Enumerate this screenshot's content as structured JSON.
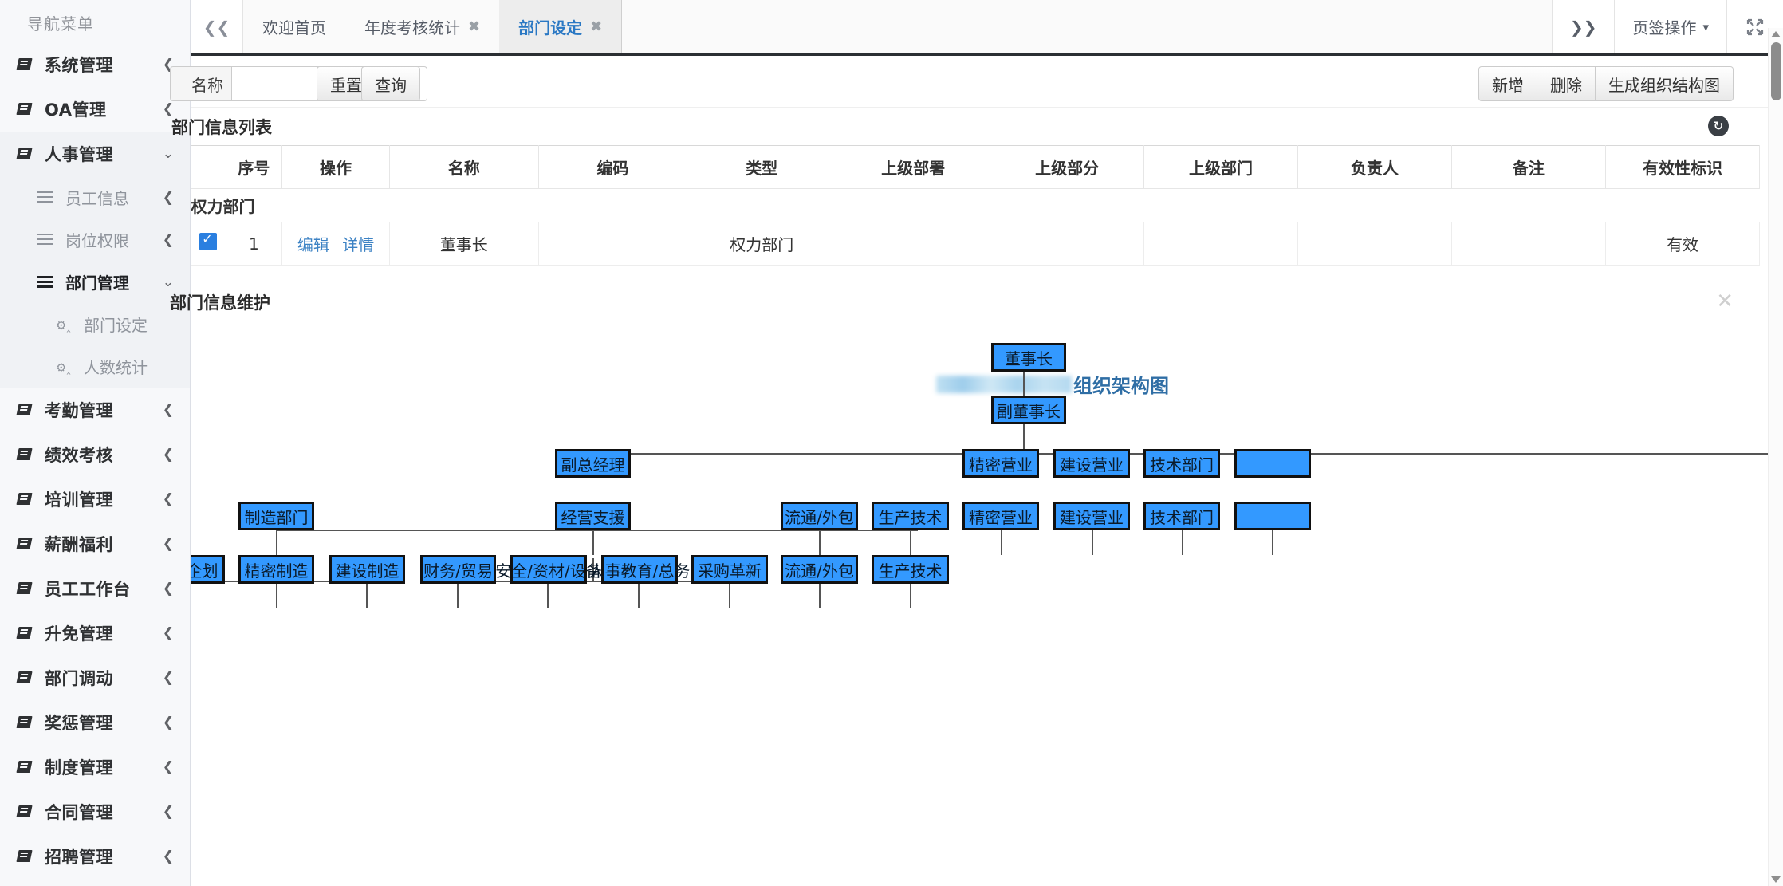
{
  "sidebar": {
    "nav_title": "导航菜单",
    "items": [
      {
        "label": "系统管理",
        "icon": "book-icon",
        "chevron": "chevron-left-icon",
        "expanded": false
      },
      {
        "label": "OA管理",
        "icon": "book-icon",
        "chevron": "chevron-left-icon",
        "expanded": false
      },
      {
        "label": "人事管理",
        "icon": "book-icon",
        "chevron": "chevron-down-icon",
        "expanded": true
      }
    ],
    "sub_items": [
      {
        "label": "员工信息",
        "icon": "list-icon",
        "chevron": "chevron-left-icon"
      },
      {
        "label": "岗位权限",
        "icon": "list-icon",
        "chevron": "chevron-left-icon"
      },
      {
        "label": "部门管理",
        "icon": "list-icon",
        "chevron": "chevron-down-icon"
      }
    ],
    "leaf_items": [
      {
        "label": "部门设定",
        "icon": "gears-icon"
      },
      {
        "label": "人数统计",
        "icon": "gears-icon"
      }
    ],
    "items_tail": [
      {
        "label": "考勤管理",
        "icon": "book-icon",
        "chevron": "chevron-left-icon"
      },
      {
        "label": "绩效考核",
        "icon": "book-icon",
        "chevron": "chevron-left-icon"
      },
      {
        "label": "培训管理",
        "icon": "book-icon",
        "chevron": "chevron-left-icon"
      },
      {
        "label": "薪酬福利",
        "icon": "book-icon",
        "chevron": "chevron-left-icon"
      },
      {
        "label": "员工工作台",
        "icon": "book-icon",
        "chevron": "chevron-left-icon"
      },
      {
        "label": "升免管理",
        "icon": "book-icon",
        "chevron": "chevron-left-icon"
      },
      {
        "label": "部门调动",
        "icon": "book-icon",
        "chevron": "chevron-left-icon"
      },
      {
        "label": "奖惩管理",
        "icon": "book-icon",
        "chevron": "chevron-left-icon"
      },
      {
        "label": "制度管理",
        "icon": "book-icon",
        "chevron": "chevron-left-icon"
      },
      {
        "label": "合同管理",
        "icon": "book-icon",
        "chevron": "chevron-left-icon"
      },
      {
        "label": "招聘管理",
        "icon": "book-icon",
        "chevron": "chevron-left-icon"
      }
    ]
  },
  "tabbar": {
    "collapse_icon": "double-chevron-left-icon",
    "expand_icon": "double-chevron-right-icon",
    "tabs": [
      {
        "label": "欢迎首页",
        "closable": false,
        "active": false
      },
      {
        "label": "年度考核统计",
        "closable": true,
        "active": false
      },
      {
        "label": "部门设定",
        "closable": true,
        "active": true
      }
    ],
    "close_glyph": "✖",
    "page_action_label": "页签操作",
    "page_action_caret": "▾",
    "fullscreen_icon": "fullscreen-icon"
  },
  "toolbar": {
    "search_label": "名称",
    "search_value": "",
    "search_placeholder": "",
    "reset_label": "重置",
    "query_label": "查询",
    "add_label": "新增",
    "delete_label": "删除",
    "generate_chart_label": "生成组织结构图"
  },
  "list_panel": {
    "title": "部门信息列表",
    "refresh_icon": "refresh-icon",
    "columns": [
      "",
      "序号",
      "操作",
      "名称",
      "编码",
      "类型",
      "上级部署",
      "上级部分",
      "上级部门",
      "负责人",
      "备注",
      "有效性标识"
    ],
    "group_row": "权力部门",
    "rows": [
      {
        "checked": true,
        "seq": "1",
        "actions": [
          "编辑",
          "详情"
        ],
        "name": "董事长",
        "code": "",
        "type": "权力部门",
        "parent_deploy": "",
        "parent_part": "",
        "parent_dept": "",
        "owner": "",
        "remark": "",
        "valid": "有效"
      }
    ]
  },
  "modal": {
    "title": "部门信息维护",
    "close_glyph": "✕"
  },
  "chart_data": {
    "type": "diagram",
    "title_redacted_prefix": "████████",
    "title": "组织架构图",
    "node_fill": "#3399ff",
    "node_border": "#111111",
    "edge_color": "#555555",
    "levels": [
      {
        "level": 1,
        "nodes": [
          "董事长"
        ]
      },
      {
        "level": 2,
        "nodes": [
          "副董事长"
        ]
      },
      {
        "level": 3,
        "nodes": [
          "副总经理",
          "精密营业",
          "建设营业",
          "技术部门",
          ""
        ]
      },
      {
        "level": 4,
        "nodes": [
          "制造部门",
          "经营支援",
          "流通/外包",
          "生产技术",
          "精密营业",
          "建设营业",
          "技术部门",
          ""
        ]
      },
      {
        "level": 5,
        "nodes": [
          "制造企划",
          "精密制造",
          "建设制造",
          "财务/贸易",
          "安全/资材/设备",
          "人事教育/总务",
          "采购革新",
          "流通/外包",
          "生产技术"
        ]
      }
    ],
    "edges": [
      {
        "from": "董事长",
        "to": "副董事长"
      },
      {
        "from": "副董事长",
        "to": "副总经理"
      },
      {
        "from": "副董事长",
        "to": "精密营业"
      },
      {
        "from": "副董事长",
        "to": "建设营业"
      },
      {
        "from": "副董事长",
        "to": "技术部门"
      },
      {
        "from": "副总经理",
        "to": "制造部门"
      },
      {
        "from": "副总经理",
        "to": "经营支援"
      },
      {
        "from": "副总经理",
        "to": "流通/外包"
      },
      {
        "from": "副总经理",
        "to": "生产技术"
      },
      {
        "from": "制造部门",
        "to": "制造企划"
      },
      {
        "from": "制造部门",
        "to": "精密制造"
      },
      {
        "from": "制造部门",
        "to": "建设制造"
      },
      {
        "from": "经营支援",
        "to": "财务/贸易"
      },
      {
        "from": "经营支援",
        "to": "安全/资材/设备"
      },
      {
        "from": "经营支援",
        "to": "人事教育/总务"
      },
      {
        "from": "经营支援",
        "to": "采购革新"
      },
      {
        "from": "流通/外包",
        "to": "流通/外包"
      },
      {
        "from": "生产技术",
        "to": "生产技术"
      }
    ]
  },
  "scrollbar": {
    "up_arrow": "scroll-up-arrow-icon",
    "down_arrow": "scroll-down-arrow-icon",
    "thumb": "scroll-thumb"
  }
}
